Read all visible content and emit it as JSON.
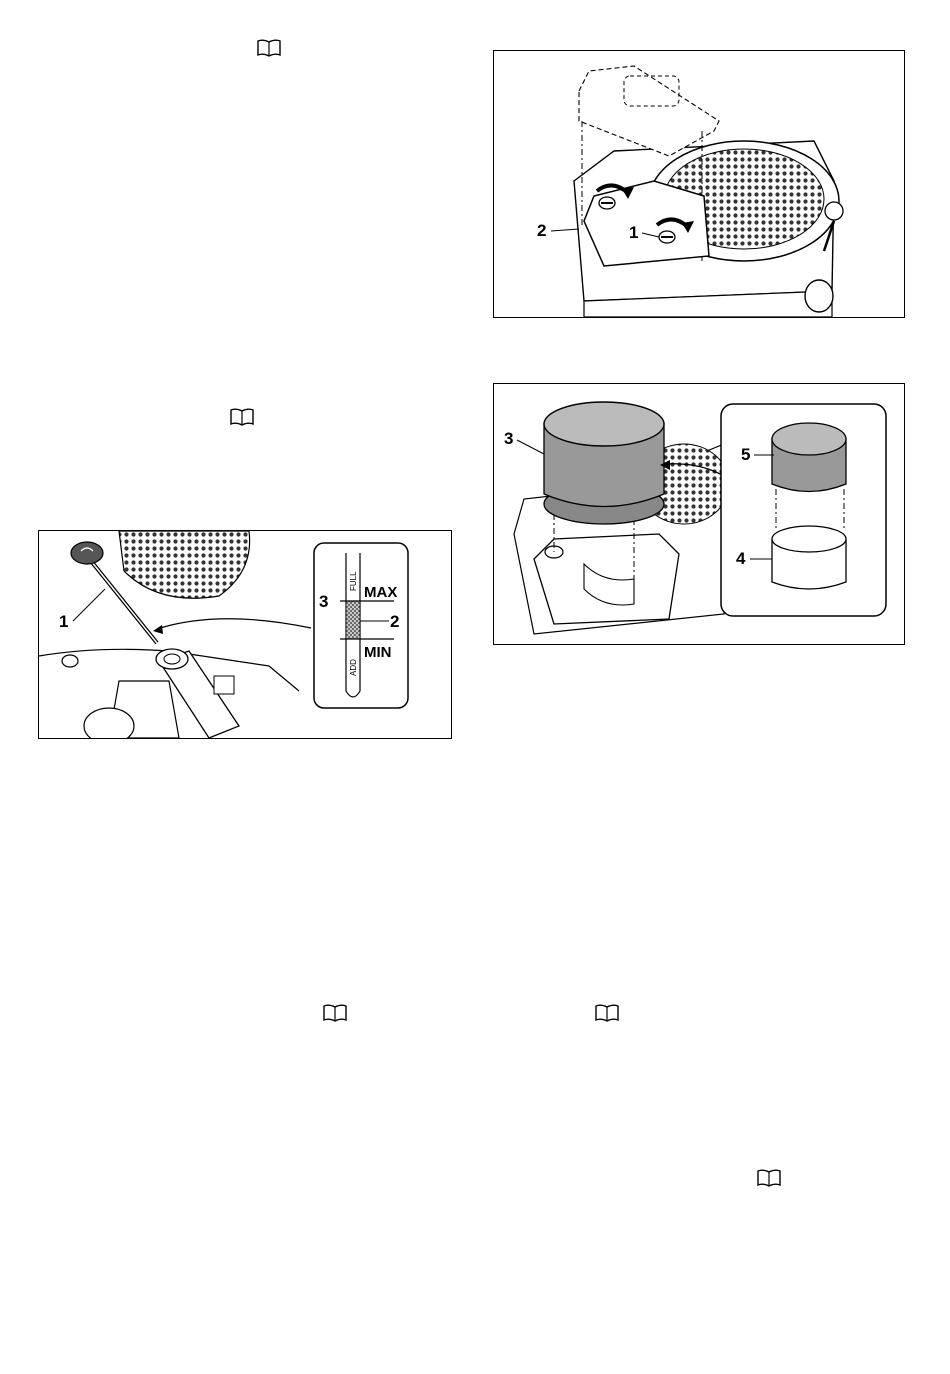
{
  "figures": {
    "fig_air_cover": {
      "callouts": [
        "1",
        "2"
      ]
    },
    "fig_air_filter": {
      "callouts": [
        "3",
        "5",
        "4"
      ]
    },
    "fig_dipstick": {
      "callouts": [
        "1",
        "3",
        "2"
      ],
      "markings": {
        "max": "MAX",
        "min": "MIN",
        "full": "FULL",
        "add": "ADD"
      }
    }
  },
  "icons": {
    "manual_reference": "book-icon"
  }
}
